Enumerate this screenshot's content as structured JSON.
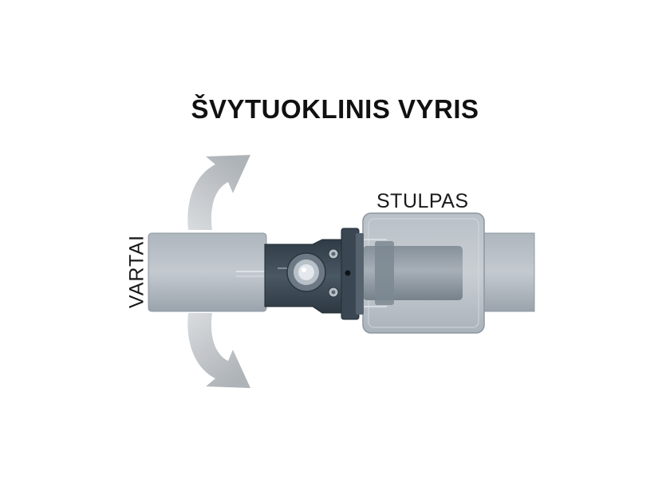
{
  "title": "ŠVYTUOKLINIS VYRIS",
  "labels": {
    "post": "STULPAS",
    "gate": "VARTAI"
  },
  "colors": {
    "background": "#ffffff",
    "tube_light": "#b4bcc4",
    "tube_dark": "#8e98a2",
    "hinge_body": "#3d4a55",
    "arrow": "#c8ccd0"
  },
  "icons": {
    "swing_arrow_up": "curved-arrow-up-icon",
    "swing_arrow_down": "curved-arrow-down-icon"
  }
}
